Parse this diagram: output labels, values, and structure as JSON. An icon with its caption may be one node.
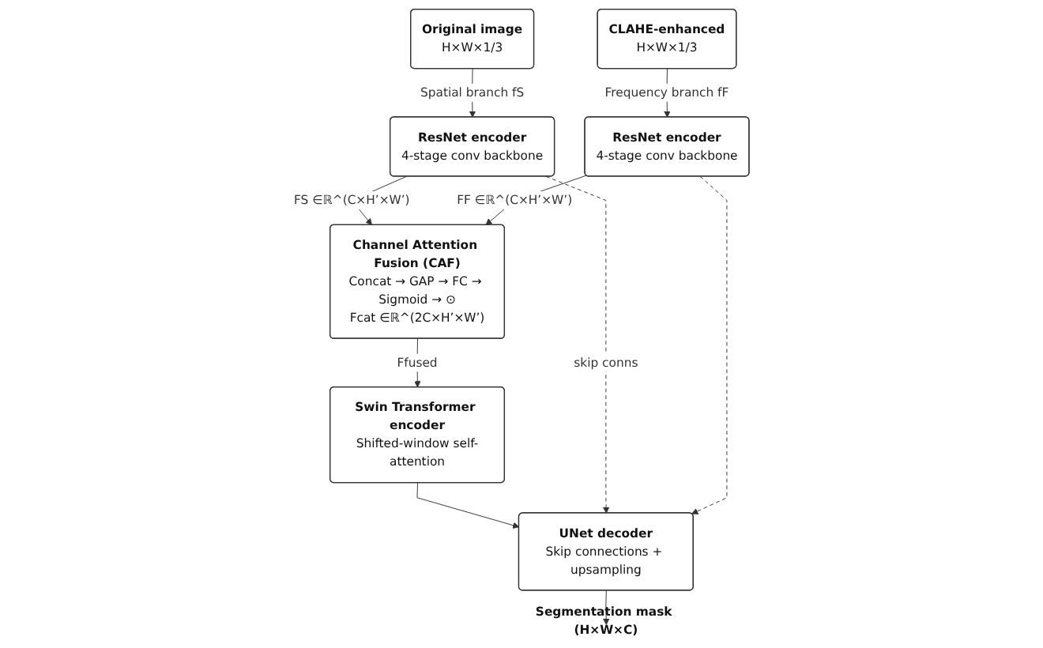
{
  "diagram": {
    "nodes": [
      {
        "text": [
          "Original image",
          "H×W×1/3"
        ]
      },
      {
        "text": [
          "CLAHE-enhanced",
          "H×W×1/3"
        ]
      },
      {
        "text": [
          "ResNet encoder",
          "4-stage conv backbone"
        ]
      },
      {
        "text": [
          "ResNet encoder",
          "4-stage conv backbone"
        ]
      },
      {
        "text": [
          "Channel Attention Fusion (CAF)",
          "Concat → GAP → FC → Sigmoid → ⊙",
          "Fcat ∈ℝ^(2C×H’×W’)"
        ]
      },
      {
        "text": [
          "Swin Transformer encoder",
          "Shifted-window self-attention"
        ]
      },
      {
        "text": [
          "UNet decoder",
          "Skip connections + upsampling"
        ]
      },
      {
        "text": [
          "Segmentation mask (H×W×C)"
        ]
      }
    ],
    "edges": [
      {
        "from": 0,
        "to": 2,
        "arrow": "to",
        "label": "Spatial branch fS"
      },
      {
        "from": 1,
        "to": 3,
        "arrow": "to",
        "label": "Frequency branch fF"
      },
      {
        "from": 2,
        "to": 4,
        "arrow": "to",
        "label": "FS ∈ℝ^(C×H’×W’)"
      },
      {
        "from": 3,
        "to": 4,
        "arrow": "to",
        "label": "FF ∈ℝ^(C×H’×W’)"
      },
      {
        "from": 4,
        "to": 5,
        "arrow": "to",
        "label": "Ffused"
      },
      {
        "from": 5,
        "to": 6,
        "arrow": "to"
      },
      {
        "from": 2,
        "to": 6,
        "arrow": "to",
        "style": "dashed",
        "label": "skip conns"
      },
      {
        "from": 3,
        "to": 6,
        "arrow": "to",
        "style": "dashed"
      },
      {
        "from": 6,
        "to": 7,
        "arrow": "to"
      }
    ]
  }
}
